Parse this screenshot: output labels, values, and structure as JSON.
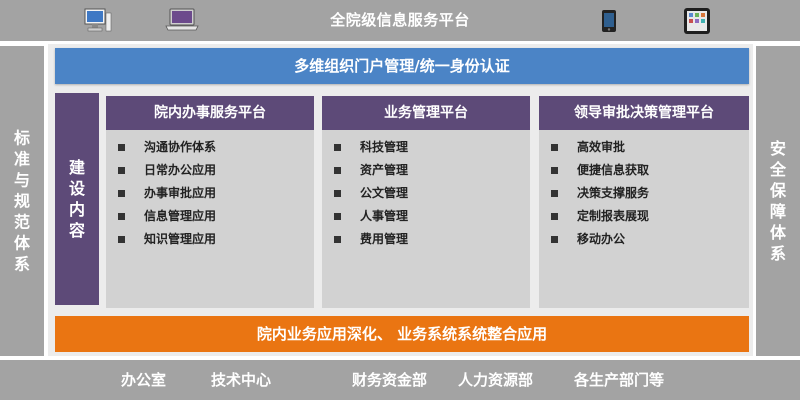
{
  "top_bar": {
    "title": "全院级信息服务平台"
  },
  "left_side": {
    "label": "标准与规范体系"
  },
  "right_side": {
    "label": "安全保障体系"
  },
  "portal_bar": {
    "title": "多维组织门户管理/统一身份认证"
  },
  "build_content": {
    "label": "建设内容"
  },
  "columns": [
    {
      "title": "院内办事服务平台",
      "items": [
        "沟通协作体系",
        "日常办公应用",
        "办事审批应用",
        "信息管理应用",
        "知识管理应用"
      ]
    },
    {
      "title": "业务管理平台",
      "items": [
        "科技管理",
        "资产管理",
        "公文管理",
        "人事管理",
        "费用管理"
      ]
    },
    {
      "title": "领导审批决策管理平台",
      "items": [
        "高效审批",
        "便捷信息获取",
        "决策支撑服务",
        "定制报表展现",
        "移动办公"
      ]
    }
  ],
  "integration_bar": {
    "title": "院内业务应用深化、 业务系统系统整合应用"
  },
  "departments": [
    "办公室",
    "技术中心",
    "财务资金部",
    "人力资源部",
    "各生产部门等"
  ],
  "icons": [
    "desktop-computer-icon",
    "laptop-icon",
    "smartphone-icon",
    "tablet-icon"
  ],
  "colors": {
    "gray": "#a3a3a3",
    "blue": "#4b84c6",
    "purple": "#5d4a78",
    "orange": "#ea7512",
    "panel": "#d2d2d2"
  }
}
